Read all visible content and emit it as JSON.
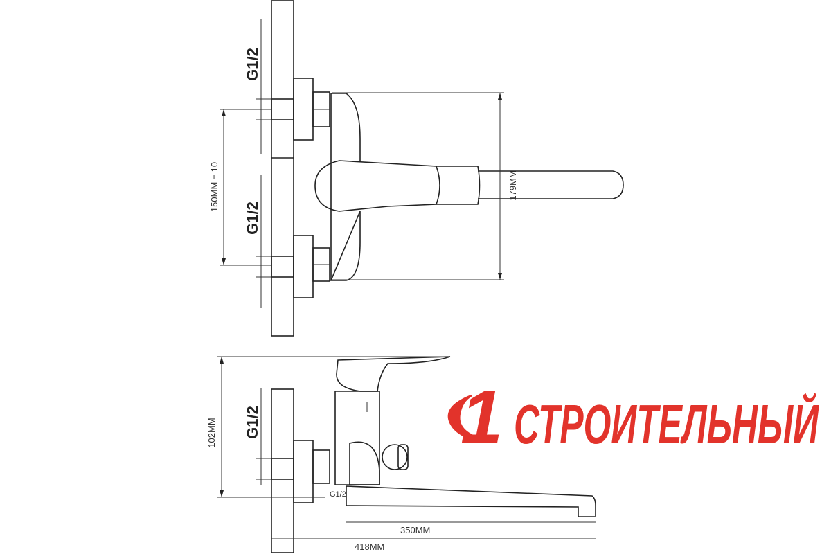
{
  "top_view": {
    "thread_label_upper": "G1/2",
    "thread_label_lower": "G1/2",
    "spacing_dimension": "150MM ± 10",
    "height_dimension": "179MM"
  },
  "side_view": {
    "thread_label": "G1/2",
    "outlet_thread_label": "G1/2",
    "height_dimension": "102MM",
    "spout_reach_dimension": "350MM",
    "overall_length_dimension": "418MM"
  },
  "watermark": {
    "logo_digit": "1",
    "logo_text": "СТРОИТЕЛЬНЫЙ",
    "color": "#e2332b"
  }
}
